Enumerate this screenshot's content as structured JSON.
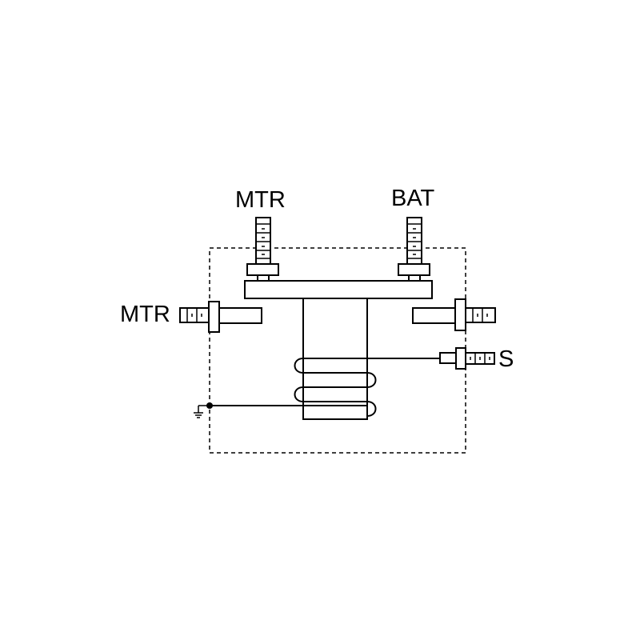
{
  "diagram": {
    "labels": {
      "mtr_top": "MTR",
      "bat_top": "BAT",
      "mtr_left": "MTR",
      "s_right": "S"
    },
    "colors": {
      "stroke": "#000000",
      "background": "#ffffff"
    },
    "icons": [
      "ground-icon"
    ]
  }
}
